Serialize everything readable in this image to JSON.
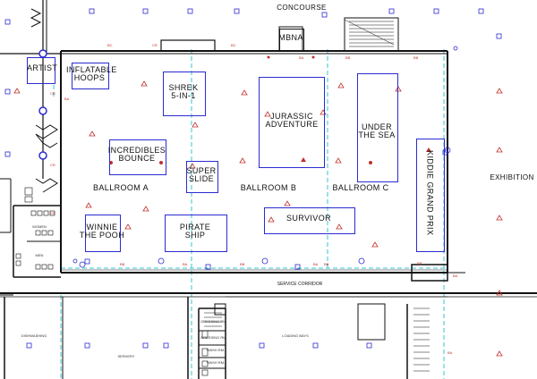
{
  "areas": {
    "concourse": "CONCOURSE",
    "exhibition": "EXHIBITION",
    "ballroom_a": "BALLROOM A",
    "ballroom_b": "BALLROOM B",
    "ballroom_c": "BALLROOM C",
    "service_corridor": "SERVICE CORRIDOR",
    "dishwashing": "DISHWASHING",
    "servery": "SERVERY",
    "loading_bays": "LOADING BAYS",
    "women": "WOMEN",
    "men": "MEN",
    "dressing_1": "DRESSING RM.",
    "dressing_2": "DRESSING RM.",
    "wash_1": "WASH RM.",
    "wash_2": "WASH RM."
  },
  "attractions": {
    "artist": "ARTIST",
    "inflatable_hoops": "INFLATABLE\nHOOPS",
    "shrek": "SHREK\n5-IN-1",
    "mbna": "MBNA",
    "jurassic": "JURASSIC\nADVENTURE",
    "under_the_sea": "UNDER\nTHE SEA",
    "incredibles": "INCREDIBLES\nBOUNCE",
    "super_slide": "SUPER\nSLIDE",
    "kiddie_grand_prix": "KIDDIE GRAND PRIX",
    "survivor": "SURVIVOR",
    "winnie": "WINNIE\nTHE POOH",
    "pirate_ship": "PIRATE\nSHIP"
  },
  "colors": {
    "room_outline": "#2b2bd1",
    "wall": "#111111",
    "marker_red": "#c0302a",
    "dashed_cyan": "#33c6d6"
  }
}
